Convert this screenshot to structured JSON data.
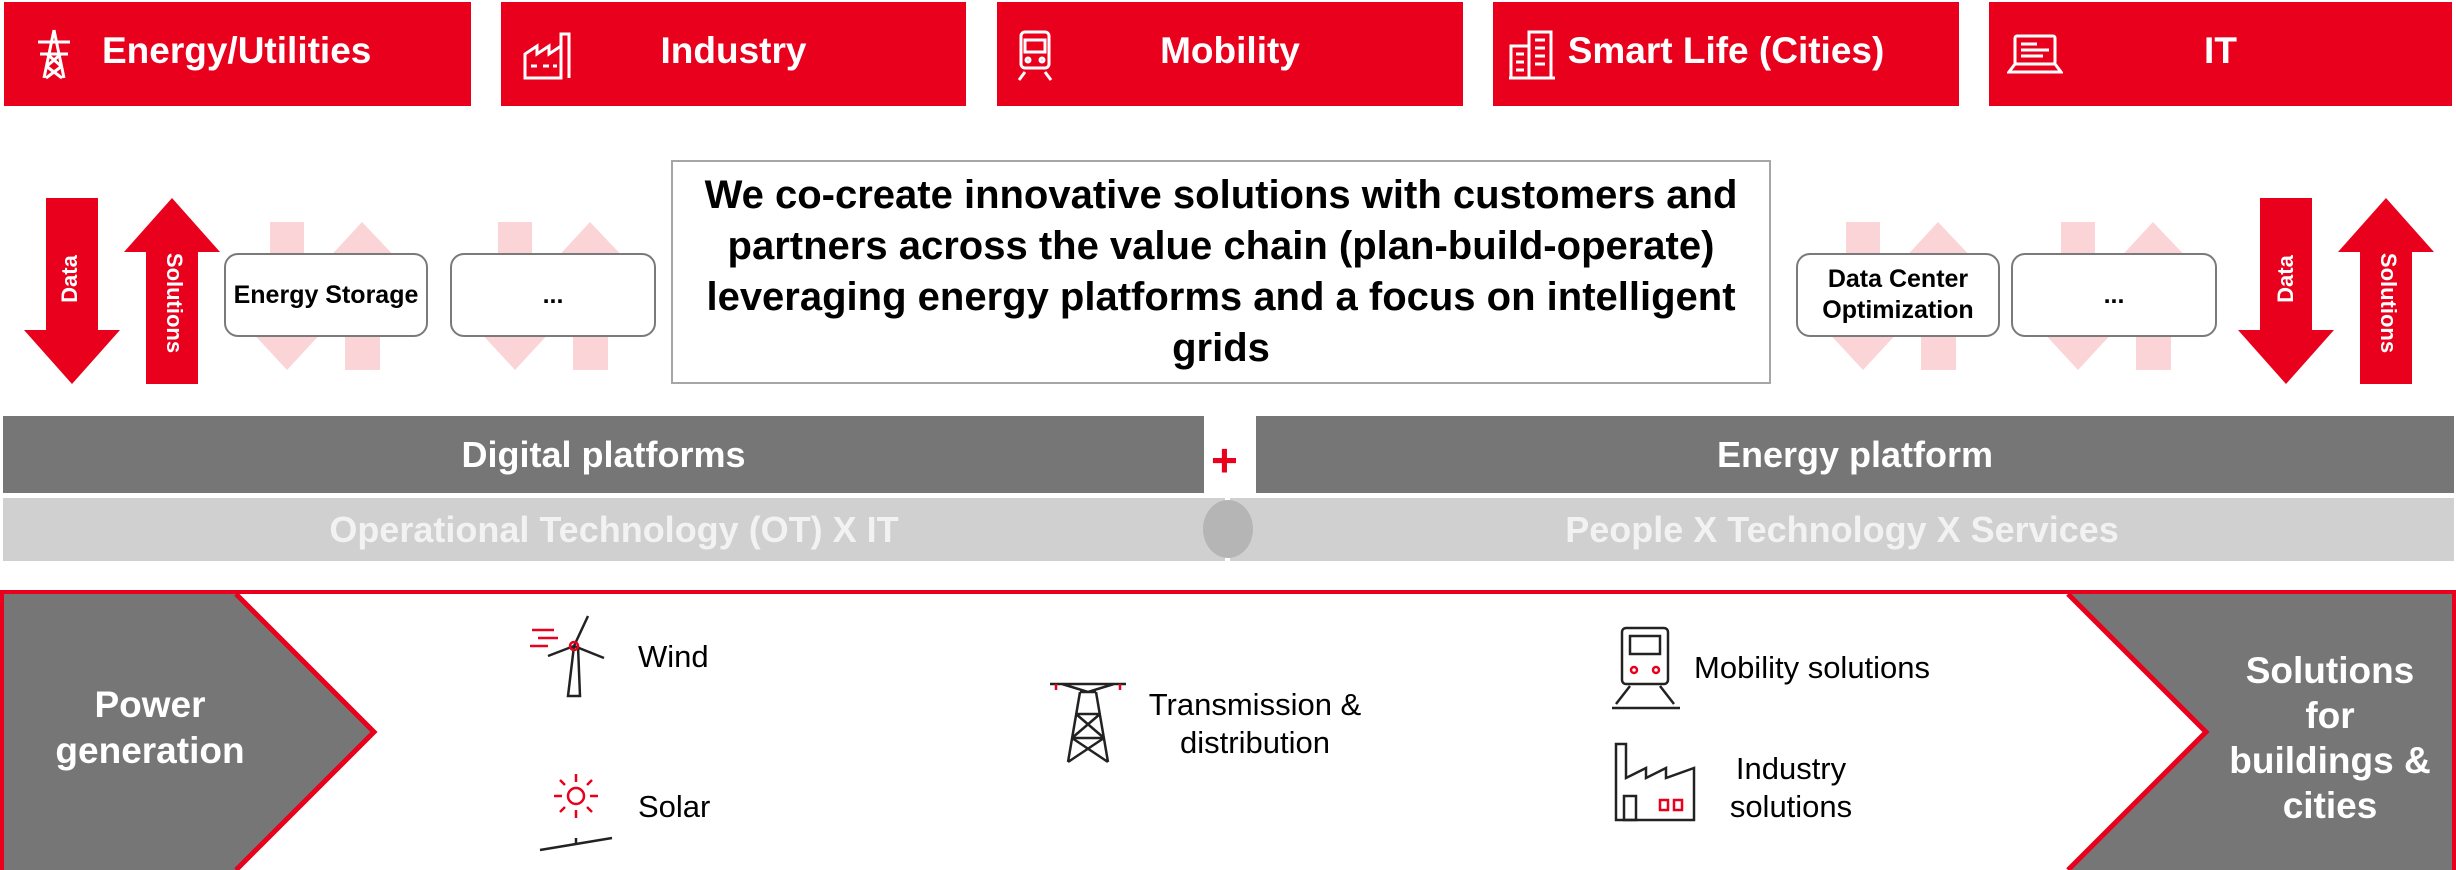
{
  "colors": {
    "brand_red": "#e8001c",
    "dark_gray": "#767676",
    "light_gray": "#d0d0d0",
    "pale_red": "#fbd4d8"
  },
  "segments": [
    {
      "label": "Energy/Utilities",
      "icon": "power-tower-icon"
    },
    {
      "label": "Industry",
      "icon": "factory-icon"
    },
    {
      "label": "Mobility",
      "icon": "train-icon"
    },
    {
      "label": "Smart Life (Cities)",
      "icon": "buildings-icon"
    },
    {
      "label": "IT",
      "icon": "laptop-icon"
    }
  ],
  "flows": {
    "data_label": "Data",
    "solutions_label": "Solutions"
  },
  "left_boxes": [
    "Energy Storage",
    "..."
  ],
  "right_boxes": [
    "Data Center Optimization",
    "..."
  ],
  "headline": "We co-create innovative solutions with customers and partners across the value chain (plan-build-operate) leveraging energy platforms and a focus on intelligent grids",
  "platforms": {
    "digital": "Digital platforms",
    "energy": "Energy platform",
    "plus": "+",
    "ot_it": "Operational Technology (OT)  X  IT",
    "people_tech": "People X Technology  X  Services"
  },
  "value_chain": {
    "start": "Power generation",
    "end": "Solutions for buildings & cities",
    "items": [
      {
        "label": "Wind",
        "icon": "wind-turbine-icon"
      },
      {
        "label": "Solar",
        "icon": "solar-panel-icon"
      },
      {
        "label": "Transmission & distribution",
        "icon": "transmission-tower-icon"
      },
      {
        "label": "Mobility solutions",
        "icon": "train-front-icon"
      },
      {
        "label": "Industry solutions",
        "icon": "factory-icon"
      }
    ]
  }
}
